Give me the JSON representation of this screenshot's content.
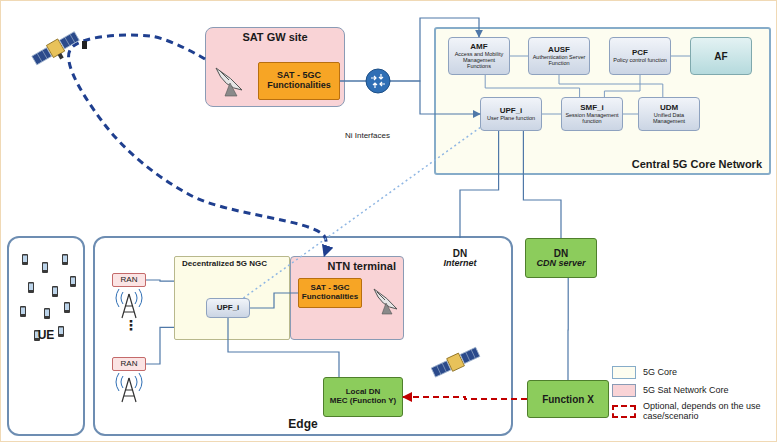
{
  "diagram": {
    "nodes": [
      {
        "text": [
          "SAT GW site"
        ]
      },
      {
        "text": [
          "SAT - 5GC Functionalities"
        ],
        "in": 0
      },
      {
        "text": [
          "Central 5G Core Network"
        ]
      },
      {
        "text": [
          "AMF",
          "Access and Mobility Management Functions"
        ],
        "in": 2
      },
      {
        "text": [
          "AUSF",
          "Authentication Server Function"
        ],
        "in": 2
      },
      {
        "text": [
          "PCF",
          "Policy control function"
        ],
        "in": 2
      },
      {
        "text": [
          "AF"
        ],
        "in": 2
      },
      {
        "text": [
          "UPF_i",
          "User Plane function"
        ],
        "in": 2
      },
      {
        "text": [
          "SMF_i",
          "Session Management function"
        ],
        "in": 2
      },
      {
        "text": [
          "UDM",
          "Unified Data Management"
        ],
        "in": 2
      },
      {
        "text": [
          "DN",
          "Internet"
        ]
      },
      {
        "text": [
          "DN",
          "CDN server"
        ]
      },
      {
        "text": [
          "UE"
        ]
      },
      {
        "text": [
          "Edge"
        ]
      },
      {
        "text": [
          "RAN"
        ],
        "in": 13
      },
      {
        "text": [
          "RAN"
        ],
        "in": 13
      },
      {
        "text": [
          "Decentralized 5G NGC"
        ],
        "in": 13
      },
      {
        "text": [
          "UPF_i"
        ],
        "in": 16
      },
      {
        "text": [
          "NTN terminal"
        ],
        "in": 13
      },
      {
        "text": [
          "SAT - 5GC Functionalities"
        ],
        "in": 18
      },
      {
        "text": [
          "Local DN",
          "MEC (Function Y)"
        ],
        "in": 13
      },
      {
        "text": [
          "Function X"
        ]
      }
    ],
    "edges": [
      {
        "from": 1,
        "to": 7,
        "arrow": "to"
      },
      {
        "from": 1,
        "to": 3,
        "arrow": "to"
      },
      {
        "from": 0,
        "to": 18,
        "arrow": "to"
      },
      {
        "from": 17,
        "to": 7,
        "arrow": "none"
      },
      {
        "from": 3,
        "to": 4,
        "arrow": "none"
      },
      {
        "from": 5,
        "to": 6,
        "arrow": "none"
      },
      {
        "from": 3,
        "to": 8,
        "arrow": "none"
      },
      {
        "from": 4,
        "to": 9,
        "arrow": "none"
      },
      {
        "from": 5,
        "to": 8,
        "arrow": "none"
      },
      {
        "from": 7,
        "to": 8,
        "arrow": "none"
      },
      {
        "from": 8,
        "to": 9,
        "arrow": "none"
      },
      {
        "from": 7,
        "to": 10,
        "arrow": "none"
      },
      {
        "from": 7,
        "to": 11,
        "arrow": "none"
      },
      {
        "from": 11,
        "to": 21,
        "arrow": "none"
      },
      {
        "from": 21,
        "to": 20,
        "arrow": "to"
      },
      {
        "from": 14,
        "to": 16,
        "arrow": "none"
      },
      {
        "from": 15,
        "to": 16,
        "arrow": "none"
      },
      {
        "from": 17,
        "to": 19,
        "arrow": "none"
      },
      {
        "from": 17,
        "to": 20,
        "arrow": "none"
      }
    ],
    "labels": [
      "Ni Interfaces",
      "⋮"
    ],
    "legend": [
      {
        "text": "5G Core",
        "color": "#fdfdf0"
      },
      {
        "text": "5G Sat Network Core",
        "color": "#f9d3d6"
      },
      {
        "text": "Optional, depends on the use case/scenario"
      }
    ]
  }
}
